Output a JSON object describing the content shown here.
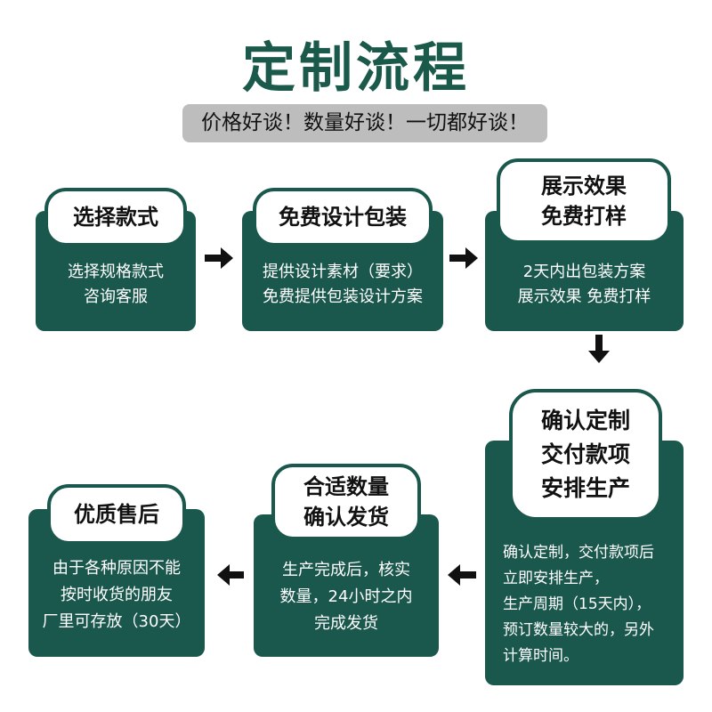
{
  "title": "定制流程",
  "subtitle": "价格好谈！数量好谈！一切都好谈！",
  "steps": [
    {
      "title": [
        "选择款式"
      ],
      "body": [
        "选择规格款式",
        "咨询客服"
      ]
    },
    {
      "title": [
        "免费设计包装"
      ],
      "body": [
        "提供设计素材（要求）",
        "免费提供包装设计方案"
      ]
    },
    {
      "title": [
        "展示效果",
        "免费打样"
      ],
      "body": [
        "2天内出包装方案",
        "展示效果 免费打样"
      ]
    },
    {
      "title": [
        "确认定制",
        "交付款项",
        "安排生产"
      ],
      "body": [
        "确认定制，交付款项后",
        "立即安排生产，",
        "生产周期（15天内），",
        "预订数量较大的，另外",
        "计算时间。"
      ]
    },
    {
      "title": [
        "合适数量",
        "确认发货"
      ],
      "body": [
        "生产完成后，核实",
        "数量，24小时之内",
        "完成发货"
      ]
    },
    {
      "title": [
        "优质售后"
      ],
      "body": [
        "由于各种原因不能",
        "按时收货的朋友",
        "厂里可存放（30天）"
      ]
    }
  ],
  "colors": {
    "green": "#1a574c",
    "gray": "#bdbdbd"
  }
}
